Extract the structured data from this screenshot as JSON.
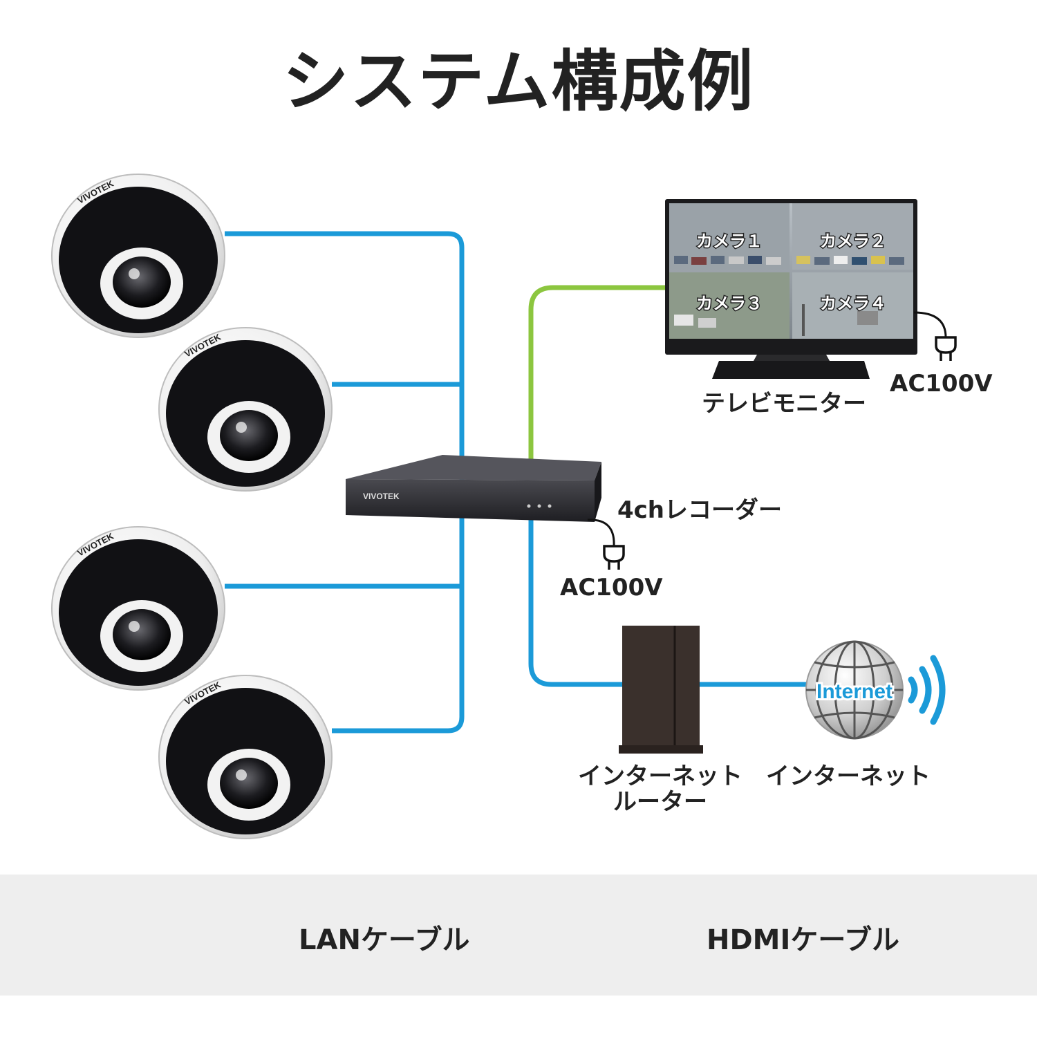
{
  "title": "システム構成例",
  "colors": {
    "lan": "#1b9ad8",
    "hdmi": "#8cc63f",
    "device_dark": "#2a2a2e",
    "router": "#3a302c",
    "legend_bg": "#eeeeee"
  },
  "cameras": {
    "brand": "VIVOTEK",
    "count": 4
  },
  "monitor": {
    "label": "テレビモニター",
    "power": "AC100V",
    "feeds": [
      "カメラ１",
      "カメラ２",
      "カメラ３",
      "カメラ４"
    ]
  },
  "recorder": {
    "label": "4chレコーダー",
    "brand": "VIVOTEK",
    "power": "AC100V"
  },
  "router": {
    "label_line1": "インターネット",
    "label_line2": "ルーター"
  },
  "internet": {
    "globe_text": "Internet",
    "label": "インターネット"
  },
  "legend": {
    "lan_label": "LANケーブル",
    "hdmi_label": "HDMIケーブル"
  }
}
